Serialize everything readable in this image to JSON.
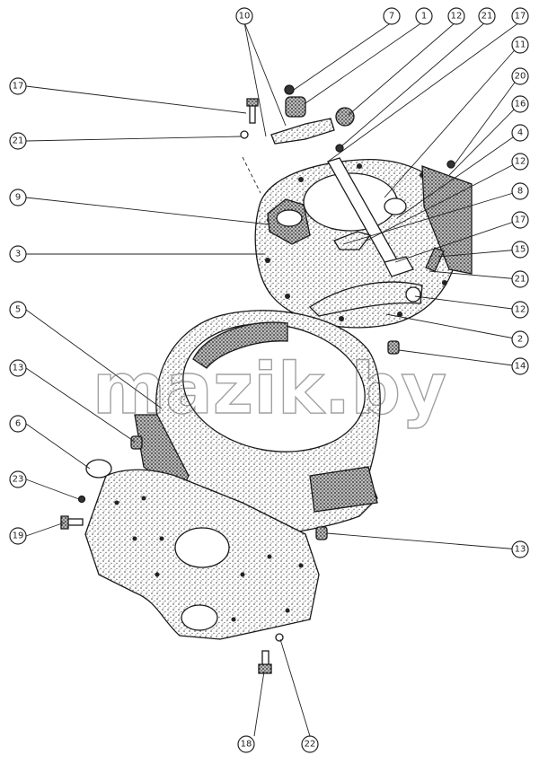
{
  "diagram": {
    "watermark": "mazik.by",
    "callouts": [
      {
        "id": "c10-top",
        "label": "10"
      },
      {
        "id": "c7",
        "label": "7"
      },
      {
        "id": "c1",
        "label": "1"
      },
      {
        "id": "c12-top",
        "label": "12"
      },
      {
        "id": "c21-top",
        "label": "21"
      },
      {
        "id": "c17-top",
        "label": "17"
      },
      {
        "id": "c11",
        "label": "11"
      },
      {
        "id": "c20",
        "label": "20"
      },
      {
        "id": "c16",
        "label": "16"
      },
      {
        "id": "c4",
        "label": "4"
      },
      {
        "id": "c12-r1",
        "label": "12"
      },
      {
        "id": "c8",
        "label": "8"
      },
      {
        "id": "c17-r",
        "label": "17"
      },
      {
        "id": "c15",
        "label": "15"
      },
      {
        "id": "c21-r",
        "label": "21"
      },
      {
        "id": "c12-r2",
        "label": "12"
      },
      {
        "id": "c2",
        "label": "2"
      },
      {
        "id": "c14",
        "label": "14"
      },
      {
        "id": "c13-r",
        "label": "13"
      },
      {
        "id": "c17-l",
        "label": "17"
      },
      {
        "id": "c21-l",
        "label": "21"
      },
      {
        "id": "c9",
        "label": "9"
      },
      {
        "id": "c3",
        "label": "3"
      },
      {
        "id": "c5",
        "label": "5"
      },
      {
        "id": "c13-l",
        "label": "13"
      },
      {
        "id": "c6",
        "label": "6"
      },
      {
        "id": "c23",
        "label": "23"
      },
      {
        "id": "c19",
        "label": "19"
      },
      {
        "id": "c18",
        "label": "18"
      },
      {
        "id": "c22",
        "label": "22"
      }
    ]
  }
}
